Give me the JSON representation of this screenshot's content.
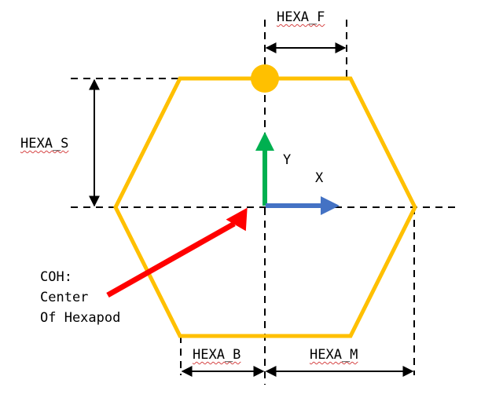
{
  "labels": {
    "hexa_f": "HEXA_F",
    "hexa_s": "HEXA_S",
    "hexa_b": "HEXA_B",
    "hexa_m": "HEXA_M",
    "axis_x": "X",
    "axis_y": "Y",
    "coh_line1": "COH:",
    "coh_line2": "Center",
    "coh_line3": "Of Hexapod"
  },
  "colors": {
    "hexagon": "#ffc000",
    "joint": "#ffc000",
    "x_axis": "#4472c4",
    "y_axis": "#00b050",
    "pointer": "#ff0000",
    "dimension": "#000000"
  }
}
